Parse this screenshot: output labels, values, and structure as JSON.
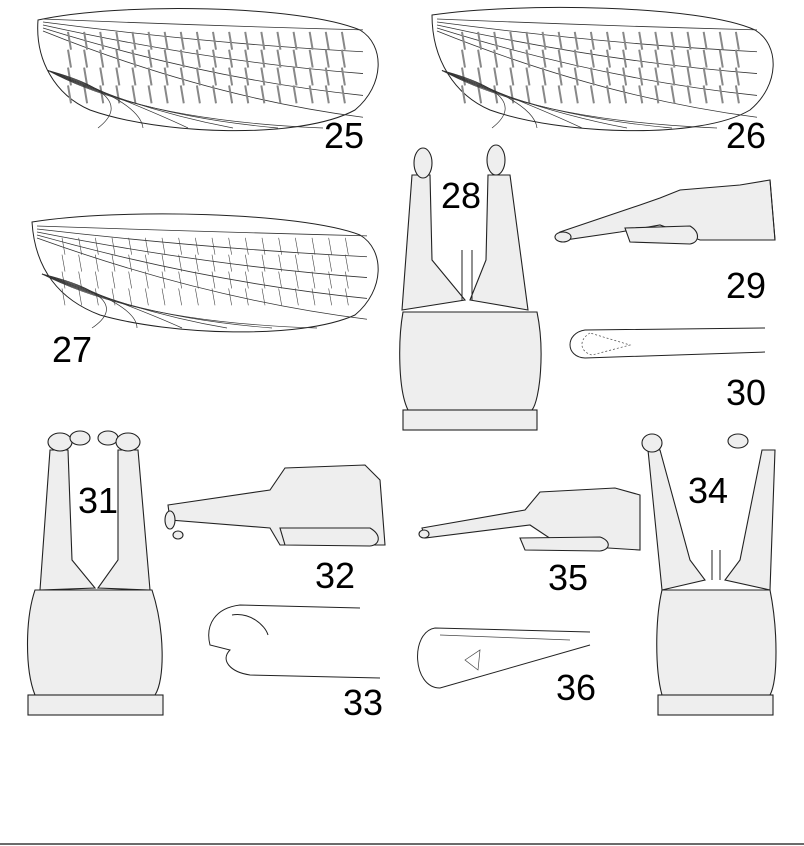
{
  "figure_labels": {
    "f25": "25",
    "f26": "26",
    "f27": "27",
    "f28": "28",
    "f29": "29",
    "f30": "30",
    "f31": "31",
    "f32": "32",
    "f33": "33",
    "f34": "34",
    "f35": "35",
    "f36": "36"
  },
  "colors": {
    "ink": "#222222",
    "stipple": "#eeeeee",
    "spot": "#9a9a9a",
    "rule": "#6b6b6b"
  }
}
